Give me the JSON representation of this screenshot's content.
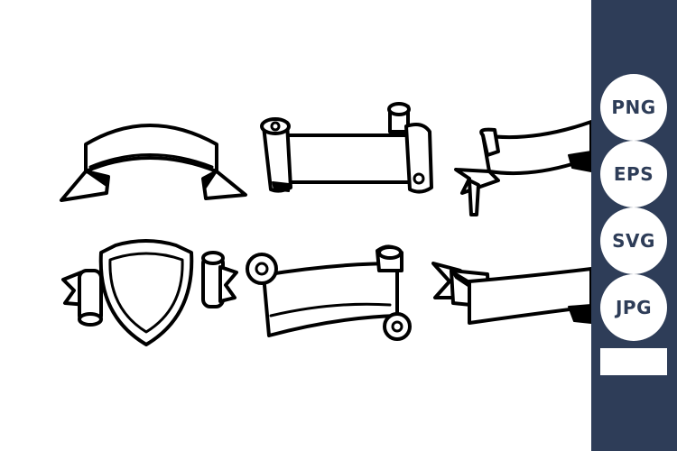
{
  "artboard": {
    "items": [
      {
        "name": "arched-ribbon-banner-icon"
      },
      {
        "name": "scroll-banner-icon"
      },
      {
        "name": "waving-ribbon-banner-icon"
      },
      {
        "name": "shield-with-scrolls-icon"
      },
      {
        "name": "curled-scroll-banner-icon"
      },
      {
        "name": "folded-ribbon-banner-icon"
      }
    ]
  },
  "side_panel": {
    "background": "#2e3d58",
    "formats": [
      "PNG",
      "EPS",
      "SVG",
      "JPG"
    ]
  }
}
